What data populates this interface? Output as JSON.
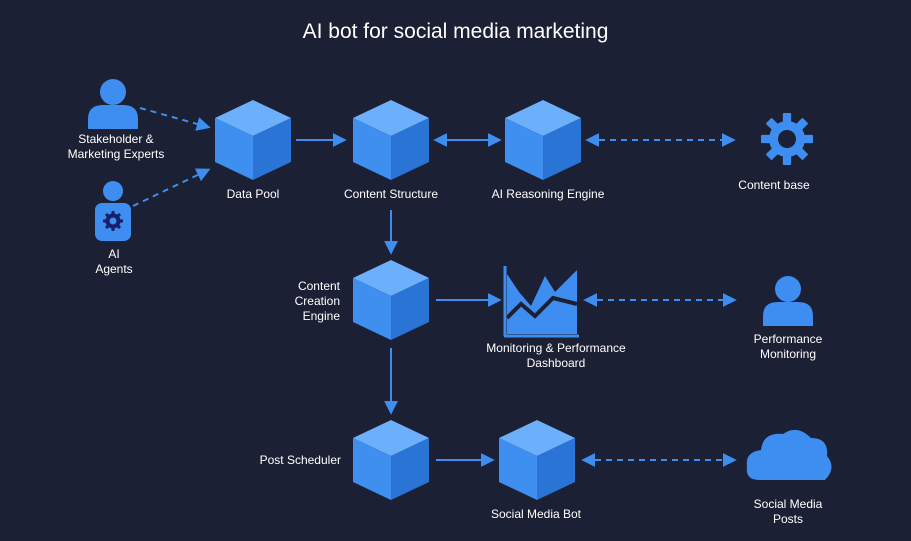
{
  "title": "AI bot for social media marketing",
  "colors": {
    "background": "#1c2034",
    "node_blue": "#3d8ef0",
    "edge_blue": "#3d8ef0",
    "text": "#ffffff"
  },
  "nodes": {
    "stakeholder": {
      "label": "Stakeholder &\nMarketing Experts",
      "icon": "person-icon"
    },
    "ai_agents": {
      "label": "AI\nAgents",
      "icon": "robot-agent-icon"
    },
    "data_pool": {
      "label": "Data Pool",
      "icon": "cube-icon"
    },
    "content_structure": {
      "label": "Content Structure",
      "icon": "cube-icon"
    },
    "ai_reasoning_engine": {
      "label": "AI Reasoning Engine",
      "icon": "cube-icon"
    },
    "content_base": {
      "label": "Content base",
      "icon": "gear-icon"
    },
    "content_creation_engine": {
      "label": "Content\nCreation\nEngine",
      "icon": "cube-icon"
    },
    "monitoring_dashboard": {
      "label": "Monitoring & Performance\nDashboard",
      "icon": "chart-icon"
    },
    "performance_monitoring": {
      "label": "Performance\nMonitoring",
      "icon": "person-icon"
    },
    "post_scheduler": {
      "label": "Post Scheduler",
      "icon": "cube-icon"
    },
    "social_media_bot": {
      "label": "Social Media Bot",
      "icon": "cube-icon"
    },
    "social_media_posts": {
      "label": "Social Media\nPosts",
      "icon": "cloud-icon"
    }
  },
  "edges": [
    {
      "from": "stakeholder",
      "to": "data_pool",
      "style": "dashed",
      "direction": "forward"
    },
    {
      "from": "ai_agents",
      "to": "data_pool",
      "style": "dashed",
      "direction": "forward"
    },
    {
      "from": "data_pool",
      "to": "content_structure",
      "style": "solid",
      "direction": "forward"
    },
    {
      "from": "content_structure",
      "to": "ai_reasoning_engine",
      "style": "solid",
      "direction": "both"
    },
    {
      "from": "ai_reasoning_engine",
      "to": "content_base",
      "style": "dashed",
      "direction": "both"
    },
    {
      "from": "content_structure",
      "to": "content_creation_engine",
      "style": "solid",
      "direction": "forward"
    },
    {
      "from": "content_creation_engine",
      "to": "monitoring_dashboard",
      "style": "solid",
      "direction": "forward"
    },
    {
      "from": "monitoring_dashboard",
      "to": "performance_monitoring",
      "style": "dashed",
      "direction": "both"
    },
    {
      "from": "content_creation_engine",
      "to": "post_scheduler",
      "style": "solid",
      "direction": "forward"
    },
    {
      "from": "post_scheduler",
      "to": "social_media_bot",
      "style": "solid",
      "direction": "forward"
    },
    {
      "from": "social_media_bot",
      "to": "social_media_posts",
      "style": "dashed",
      "direction": "both"
    }
  ]
}
